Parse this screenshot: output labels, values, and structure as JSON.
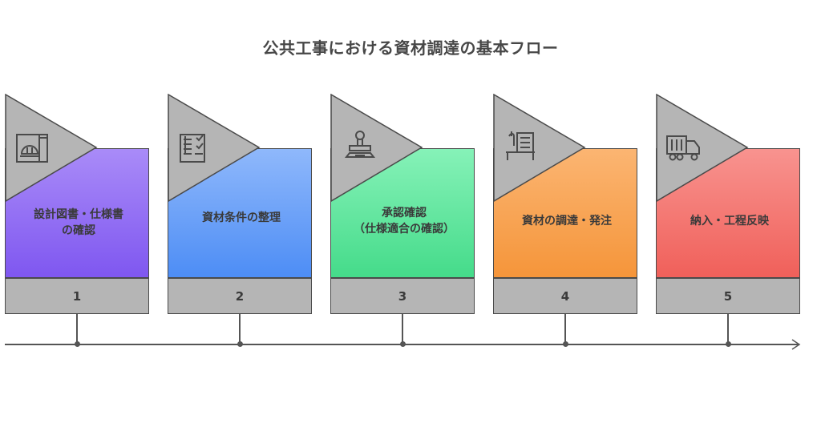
{
  "title": "公共工事における資材調達の基本フロー",
  "steps": [
    {
      "number": "1",
      "line1": "設計図書・仕様書",
      "line2": "の確認",
      "color_top": "#a98bf8",
      "color_bottom": "#7f57f0",
      "icon": "blueprint-hardhat-icon"
    },
    {
      "number": "2",
      "line1": "資材条件の整理",
      "line2": "",
      "color_top": "#8fb8fb",
      "color_bottom": "#4d8df5",
      "icon": "checklist-document-icon"
    },
    {
      "number": "3",
      "line1": "承認確認",
      "line2": "（仕様適合の確認）",
      "color_top": "#86f2b8",
      "color_bottom": "#45db8a",
      "icon": "approval-stamp-icon"
    },
    {
      "number": "4",
      "line1": "資材の調達・発注",
      "line2": "",
      "color_top": "#fbb572",
      "color_bottom": "#f5953a",
      "icon": "procurement-order-icon"
    },
    {
      "number": "5",
      "line1": "納入・工程反映",
      "line2": "",
      "color_top": "#f8938f",
      "color_bottom": "#f0605a",
      "icon": "delivery-truck-icon"
    }
  ]
}
